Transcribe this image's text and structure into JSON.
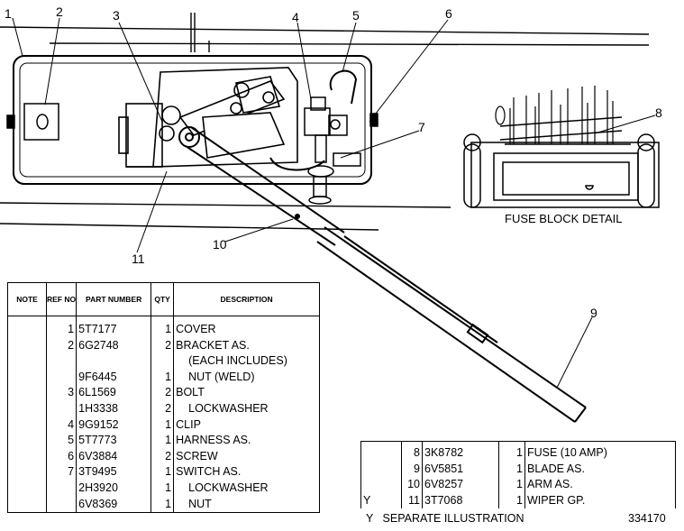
{
  "callouts": [
    "1",
    "2",
    "3",
    "4",
    "5",
    "6",
    "7",
    "8",
    "9",
    "10",
    "11"
  ],
  "fuse_block_caption": "FUSE BLOCK DETAIL",
  "parts_table": {
    "headers": {
      "note": "NOTE",
      "ref": "REF NO",
      "part": "PART NUMBER",
      "qty": "QTY",
      "desc": "DESCRIPTION"
    },
    "rows": [
      {
        "note": "",
        "ref": "1",
        "part": "5T7177",
        "qty": "1",
        "desc": "COVER"
      },
      {
        "note": "",
        "ref": "2",
        "part": "6G2748",
        "qty": "2",
        "desc": "BRACKET AS."
      },
      {
        "note": "",
        "ref": "",
        "part": "",
        "qty": "",
        "desc": "(EACH INCLUDES)"
      },
      {
        "note": "",
        "ref": "",
        "part": "9F6445",
        "qty": "1",
        "desc": "NUT (WELD)"
      },
      {
        "note": "",
        "ref": "3",
        "part": "6L1569",
        "qty": "2",
        "desc": "BOLT"
      },
      {
        "note": "",
        "ref": "",
        "part": "1H3338",
        "qty": "2",
        "desc": "LOCKWASHER"
      },
      {
        "note": "",
        "ref": "4",
        "part": "9G9152",
        "qty": "1",
        "desc": "CLIP"
      },
      {
        "note": "",
        "ref": "5",
        "part": "5T7773",
        "qty": "1",
        "desc": "HARNESS AS."
      },
      {
        "note": "",
        "ref": "6",
        "part": "6V3884",
        "qty": "2",
        "desc": "SCREW"
      },
      {
        "note": "",
        "ref": "7",
        "part": "3T9495",
        "qty": "1",
        "desc": "SWITCH AS."
      },
      {
        "note": "",
        "ref": "",
        "part": "2H3920",
        "qty": "1",
        "desc": "LOCKWASHER"
      },
      {
        "note": "",
        "ref": "",
        "part": "6V8369",
        "qty": "1",
        "desc": "NUT"
      }
    ]
  },
  "parts_table_2": {
    "rows": [
      {
        "note": "",
        "ref": "8",
        "part": "3K8782",
        "qty": "1",
        "desc": "FUSE (10 AMP)"
      },
      {
        "note": "",
        "ref": "9",
        "part": "6V5851",
        "qty": "1",
        "desc": "BLADE AS."
      },
      {
        "note": "",
        "ref": "10",
        "part": "6V8257",
        "qty": "1",
        "desc": "ARM AS."
      },
      {
        "note": "Y",
        "ref": "11",
        "part": "3T7068",
        "qty": "1",
        "desc": "WIPER GP."
      }
    ]
  },
  "footnote": "Y   SEPARATE ILLUSTRATION",
  "illustration_number": "334170"
}
